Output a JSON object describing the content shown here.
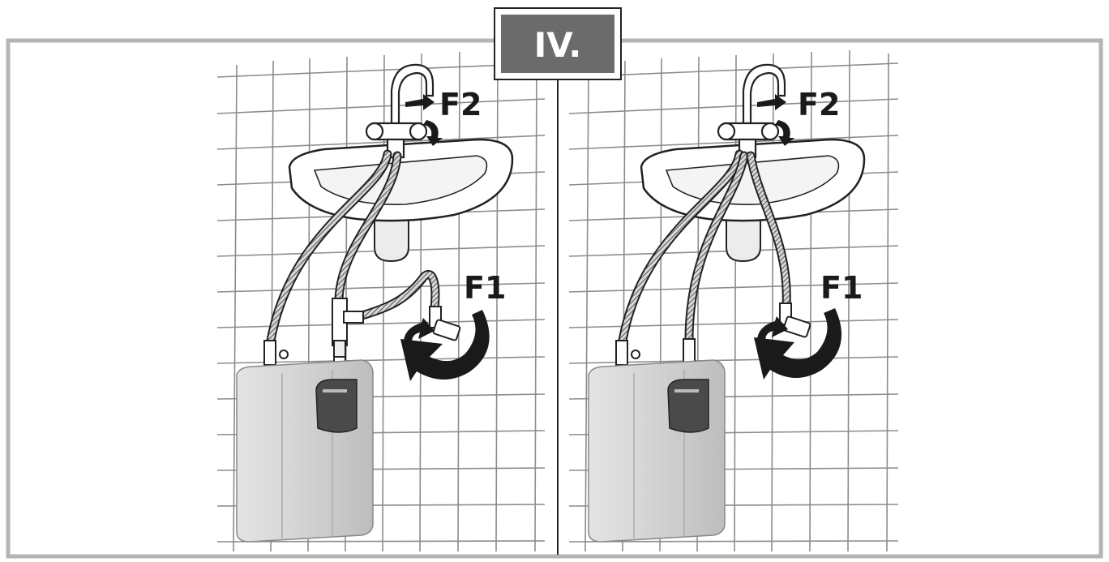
{
  "badge": {
    "text": "IV."
  },
  "panels": [
    {
      "id": "left",
      "label_upper": "F2",
      "label_lower": "F1"
    },
    {
      "id": "right",
      "label_upper": "F2",
      "label_lower": "F1"
    }
  ],
  "colors": {
    "frame": "#b4b4b4",
    "badge_fill": "#6b6b6b",
    "tile_grid": "#8c8c8c",
    "heater_body": "#d9d9d9",
    "heater_panel": "#4a4a4a",
    "arrow": "#1a1a1a",
    "line": "#222222"
  }
}
